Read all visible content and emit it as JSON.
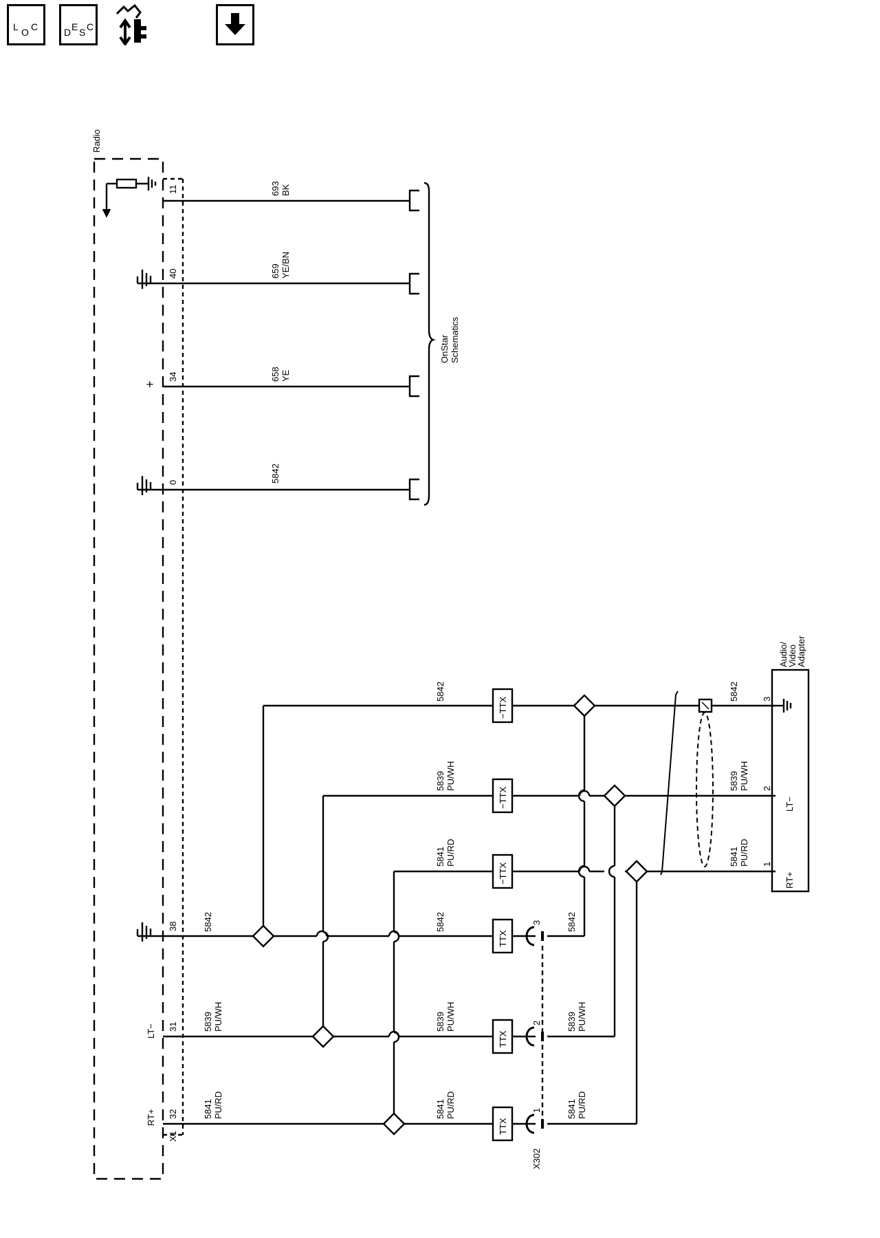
{
  "toolbar": {
    "loc_letters": [
      "L",
      "O",
      "C"
    ],
    "desc_letters": [
      "D",
      "E",
      "S",
      "C"
    ],
    "connector_icon": "connector-end-view-icon",
    "down_icon": "down-arrow-icon"
  },
  "module": {
    "name": "Radio",
    "connector": "X1",
    "upper_pins": [
      {
        "pin": "11",
        "circuit": "693",
        "color": "BK"
      },
      {
        "pin": "40",
        "circuit": "659",
        "color": "YE/BN"
      },
      {
        "pin": "34",
        "circuit": "658",
        "color": "YE",
        "supply_symbol": "+"
      },
      {
        "pin": "0",
        "circuit": "5842",
        "color": ""
      }
    ],
    "audio_pins": [
      {
        "pin": "38",
        "label": "",
        "circuit": "5842",
        "color": ""
      },
      {
        "pin": "31",
        "label": "LT−",
        "circuit": "5839",
        "color": "PU/WH"
      },
      {
        "pin": "32",
        "label": "RT+",
        "circuit": "5841",
        "color": "PU/RD"
      }
    ]
  },
  "onstar": {
    "line1": "OnStar",
    "line2": "Schematics"
  },
  "ttx": {
    "neg_label": "−TTX",
    "pos_label": "TTX",
    "upper_wires": [
      {
        "circuit": "5842",
        "color": ""
      },
      {
        "circuit": "5839",
        "color": "PU/WH"
      },
      {
        "circuit": "5841",
        "color": "PU/RD"
      }
    ],
    "lower_wires": [
      {
        "circuit": "5842",
        "color": ""
      },
      {
        "circuit": "5839",
        "color": "PU/WH"
      },
      {
        "circuit": "5841",
        "color": "PU/RD"
      }
    ]
  },
  "connector_x302": {
    "name": "X302",
    "pins": [
      {
        "pin": "3",
        "circuit": "5842",
        "color": ""
      },
      {
        "pin": "2",
        "circuit": "5839",
        "color": "PU/WH"
      },
      {
        "pin": "1",
        "circuit": "5841",
        "color": "PU/RD"
      }
    ]
  },
  "adapter": {
    "name_lines": [
      "Audio/",
      "Video",
      "Adapter"
    ],
    "pins": [
      {
        "pin": "3",
        "label": "",
        "circuit": "5842",
        "color": ""
      },
      {
        "pin": "2",
        "label": "LT−",
        "circuit": "5839",
        "color": "PU/WH"
      },
      {
        "pin": "1",
        "label": "RT+",
        "circuit": "5841",
        "color": "PU/RD"
      }
    ]
  }
}
